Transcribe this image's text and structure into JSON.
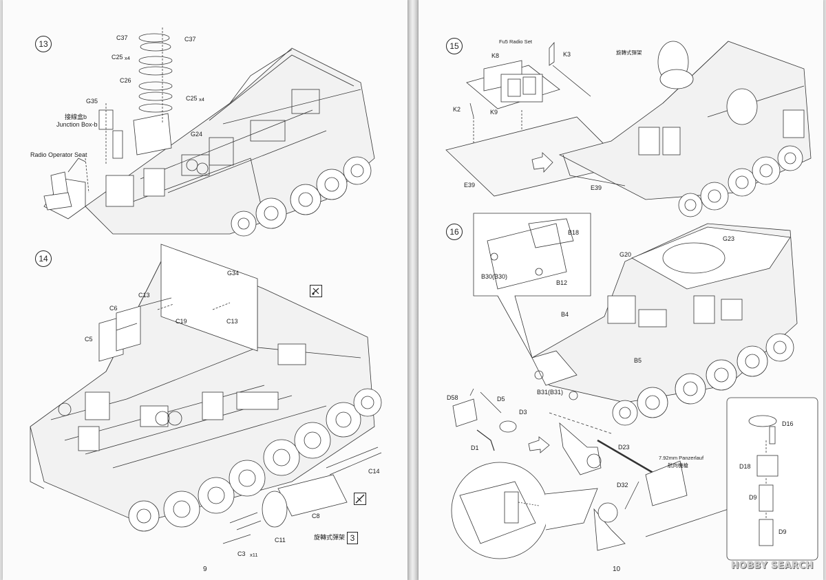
{
  "left_page": {
    "page_number": "9",
    "step13": {
      "number": "13",
      "labels": {
        "c37_a": "C37",
        "c37_b": "C37",
        "c25_a": "C25",
        "c25_a_qty": "x4",
        "c26": "C26",
        "c25_b": "C25",
        "c25_b_qty": "x4",
        "g35": "G35",
        "junction_zh": "接線盒b",
        "junction_en": "Junction Box-b",
        "g24": "G24",
        "radio_seat": "Radio Operator Seat"
      }
    },
    "step14": {
      "number": "14",
      "labels": {
        "g34": "G34",
        "c13_a": "C13",
        "c6": "C6",
        "c19": "C19",
        "c13_b": "C13",
        "c5": "C5",
        "c14": "C14",
        "c8": "C8",
        "c11": "C11",
        "rack_zh": "旋轉式彈架",
        "c3": "C3",
        "c3_qty": "x11",
        "rack_ref": "3"
      }
    }
  },
  "right_page": {
    "page_number": "10",
    "step15": {
      "number": "15",
      "labels": {
        "radio_set": "Fu5 Radio Set",
        "k8": "K8",
        "k3": "K3",
        "k2": "K2",
        "k9": "K9",
        "e39_a": "E39",
        "e39_b": "E39",
        "rack_zh": "旋轉式彈架"
      }
    },
    "step16": {
      "number": "16",
      "labels": {
        "b18": "B18",
        "b30": "B30(B30)",
        "b12": "B12",
        "g23": "G23",
        "g20": "G20",
        "b4": "B4",
        "b5": "B5",
        "b31": "B31(B31)",
        "d58": "D58",
        "d5": "D5",
        "d3": "D3",
        "d1": "D1",
        "d23": "D23",
        "mg_en": "7.92mm Panzerlauf",
        "mg_zh": "航向機槍",
        "d32": "D32",
        "d16": "D16",
        "d18": "D18",
        "d9_a": "D9",
        "d9_b": "D9"
      }
    },
    "watermark": "HOBBY SEARCH"
  },
  "icons": [
    "scissors-icon",
    "no-cut-icon",
    "arrow-right-icon"
  ]
}
